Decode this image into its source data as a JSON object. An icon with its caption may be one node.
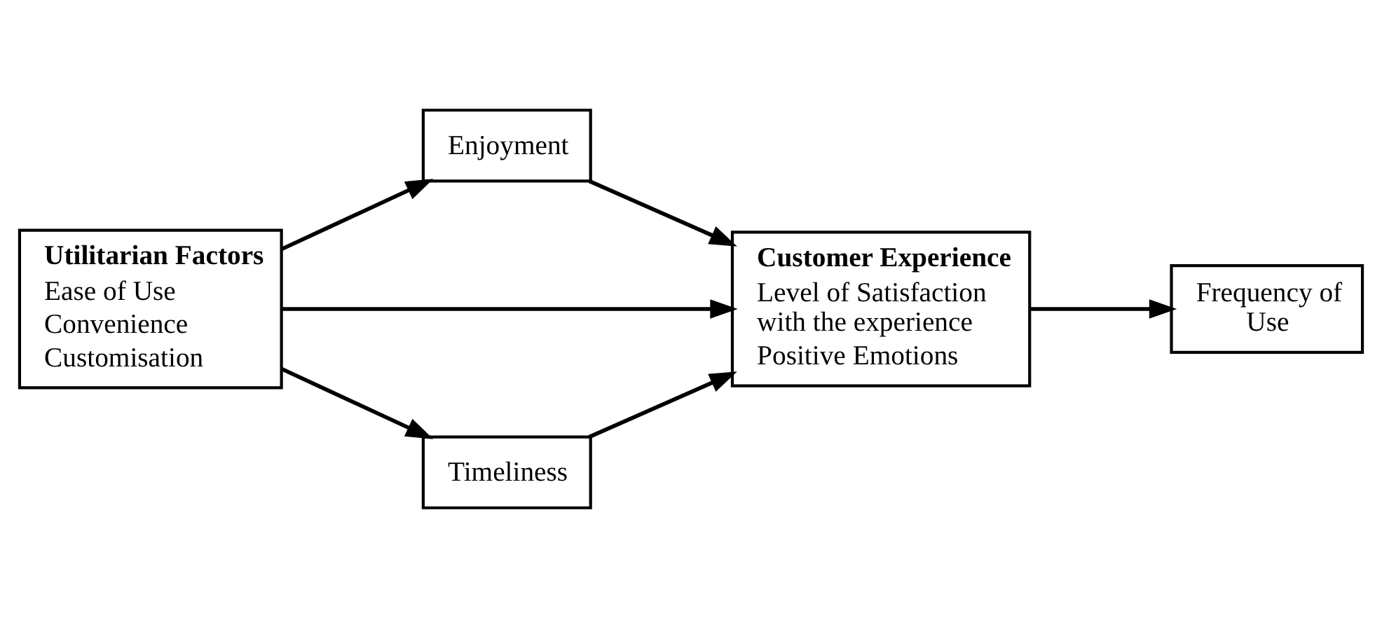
{
  "diagram": {
    "nodes": [
      {
        "text": [
          "Enjoyment"
        ]
      },
      {
        "text": [
          "Utilitarian Factors",
          "Ease of Use",
          "Convenience",
          "Customisation"
        ]
      },
      {
        "text": [
          "Customer Experience",
          "Level of Satisfaction with the experience",
          "Positive Emotions"
        ]
      },
      {
        "text": [
          "Frequency of Use"
        ]
      },
      {
        "text": [
          "Timeliness"
        ]
      }
    ],
    "edges": [
      {
        "from": 1,
        "to": 0,
        "arrow": "to"
      },
      {
        "from": 0,
        "to": 2,
        "arrow": "to"
      },
      {
        "from": 1,
        "to": 2,
        "arrow": "to"
      },
      {
        "from": 1,
        "to": 4,
        "arrow": "to"
      },
      {
        "from": 4,
        "to": 2,
        "arrow": "to"
      },
      {
        "from": 2,
        "to": 3,
        "arrow": "to"
      }
    ]
  }
}
